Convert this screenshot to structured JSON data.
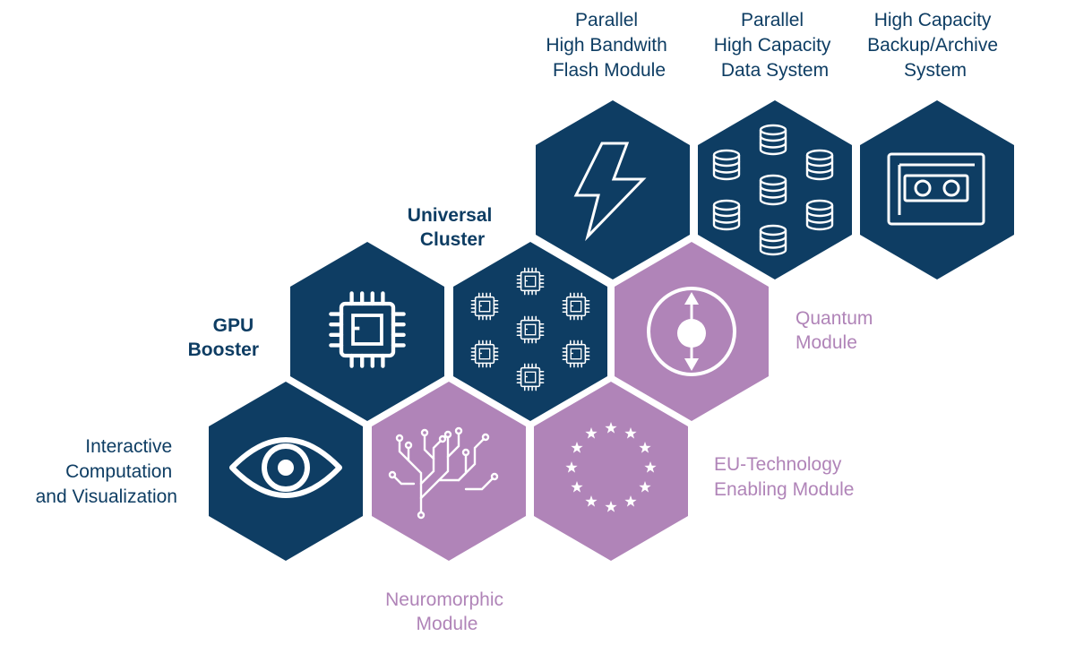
{
  "colors": {
    "navy": "#0e3d63",
    "purple": "#b084b8",
    "white": "#ffffff",
    "text_navy": "#0e3d63",
    "text_purple": "#b084b8"
  },
  "modules": [
    {
      "id": "flash",
      "icon": "lightning-bolt-icon",
      "color": "navy",
      "label": [
        "Parallel",
        "High Bandwith",
        "Flash Module"
      ]
    },
    {
      "id": "data",
      "icon": "database-cluster-icon",
      "color": "navy",
      "label": [
        "Parallel",
        "High Capacity",
        "Data System"
      ]
    },
    {
      "id": "archive",
      "icon": "tape-drive-icon",
      "color": "navy",
      "label": [
        "High Capacity",
        "Backup/Archive",
        "System"
      ]
    },
    {
      "id": "cluster",
      "icon": "chip-cluster-icon",
      "color": "navy",
      "label": [
        "Universal",
        "Cluster"
      ]
    },
    {
      "id": "gpu",
      "icon": "cpu-chip-icon",
      "color": "navy",
      "label": [
        "GPU",
        "Booster"
      ]
    },
    {
      "id": "quantum",
      "icon": "qubit-spin-icon",
      "color": "purple",
      "label": [
        "Quantum",
        "Module"
      ]
    },
    {
      "id": "interactive",
      "icon": "eye-icon",
      "color": "navy",
      "label": [
        "Interactive",
        "Computation",
        "and Visualization"
      ]
    },
    {
      "id": "neuro",
      "icon": "neural-circuit-icon",
      "color": "purple",
      "label": [
        "Neuromorphic",
        "Module"
      ]
    },
    {
      "id": "eu",
      "icon": "eu-stars-icon",
      "color": "purple",
      "label": [
        "EU-Technology",
        "Enabling Module"
      ]
    }
  ]
}
